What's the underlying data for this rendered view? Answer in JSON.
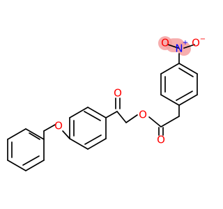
{
  "molecule": {
    "colors": {
      "bond": "#000000",
      "oxygen": "#ff0000",
      "nitrogen": "#0000ff",
      "highlight": "#f4a0a0"
    },
    "atoms": {
      "nitro_o_left": "O",
      "nitro_n": "N",
      "nitro_n_charge": "+",
      "nitro_o_right": "O",
      "nitro_o_right_charge": "−",
      "ester_ether_o": "O",
      "ester_carbonyl_o": "O",
      "ketone_o": "O",
      "benzyl_ether_o": "O"
    }
  }
}
